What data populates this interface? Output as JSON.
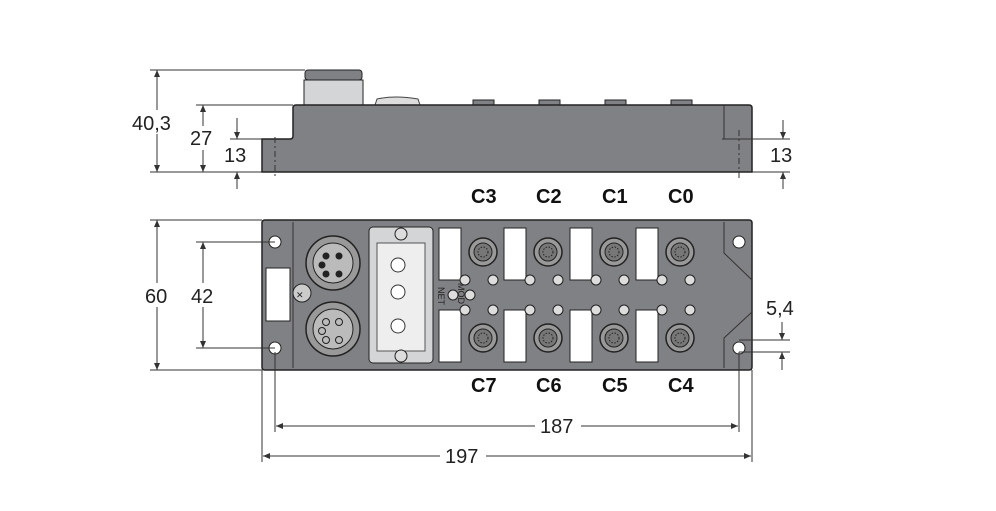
{
  "dimensions": {
    "total_height": "40,3",
    "body_height": "27",
    "flange_height_left": "13",
    "flange_height_right": "13",
    "width": "60",
    "hole_spacing_vertical": "42",
    "hole_offset": "5,4",
    "hole_spacing_horizontal": "187",
    "total_length": "197"
  },
  "ports": {
    "top": [
      "C3",
      "C2",
      "C1",
      "C0"
    ],
    "bottom": [
      "C7",
      "C6",
      "C5",
      "C4"
    ]
  },
  "leds": {
    "mod": "MOD",
    "net": "NET"
  },
  "colors": {
    "housing": "#808184",
    "cover": "#d4d5d6"
  }
}
